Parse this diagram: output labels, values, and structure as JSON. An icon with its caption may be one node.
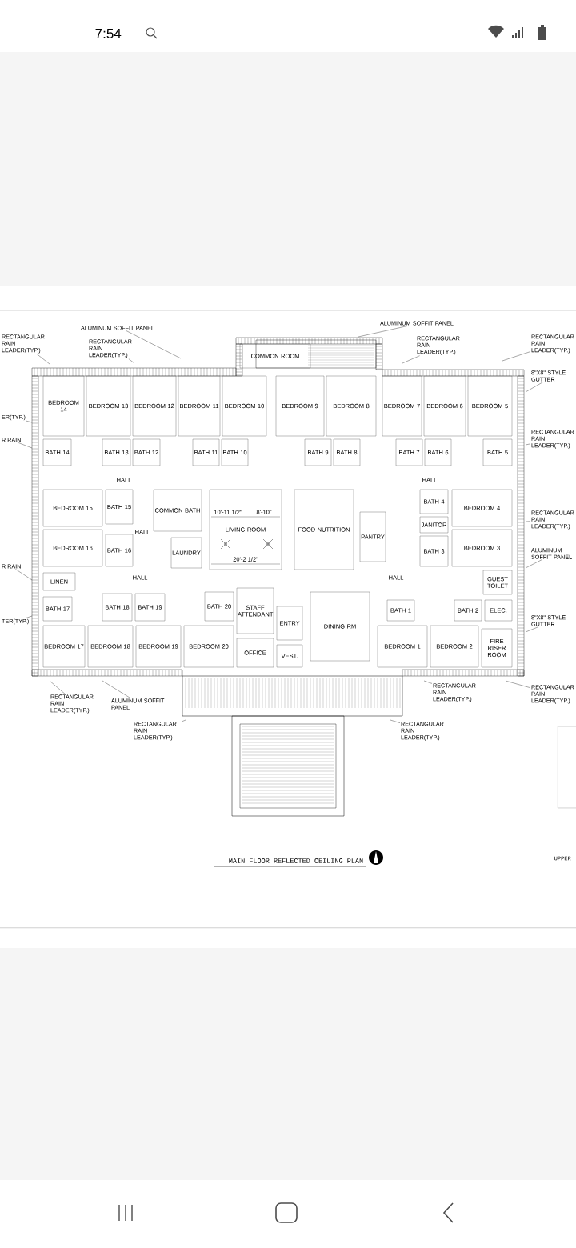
{
  "diagram": {
    "title": "MAIN FLOOR REFLECTED CEILING PLAN",
    "nodes": [
      {
        "text": [
          "COMMON ROOM"
        ]
      },
      {
        "text": [
          "BEDROOM 14"
        ]
      },
      {
        "text": [
          "BEDROOM 13"
        ]
      },
      {
        "text": [
          "BEDROOM 12"
        ]
      },
      {
        "text": [
          "BEDROOM 11"
        ]
      },
      {
        "text": [
          "BEDROOM 10"
        ]
      },
      {
        "text": [
          "BEDROOM 9"
        ]
      },
      {
        "text": [
          "BEDROOM 8"
        ]
      },
      {
        "text": [
          "BEDROOM 7"
        ]
      },
      {
        "text": [
          "BEDROOM 6"
        ]
      },
      {
        "text": [
          "BEDROOM 5"
        ]
      },
      {
        "text": [
          "BATH 14"
        ]
      },
      {
        "text": [
          "BATH 13"
        ]
      },
      {
        "text": [
          "BATH 12"
        ]
      },
      {
        "text": [
          "BATH 11"
        ]
      },
      {
        "text": [
          "BATH 10"
        ]
      },
      {
        "text": [
          "BATH 9"
        ]
      },
      {
        "text": [
          "BATH 8"
        ]
      },
      {
        "text": [
          "BATH 7"
        ]
      },
      {
        "text": [
          "BATH 6"
        ]
      },
      {
        "text": [
          "BATH 5"
        ]
      },
      {
        "text": [
          "HALL"
        ]
      },
      {
        "text": [
          "BEDROOM 15"
        ]
      },
      {
        "text": [
          "BEDROOM 16"
        ]
      },
      {
        "text": [
          "BATH 15"
        ]
      },
      {
        "text": [
          "BATH 16"
        ]
      },
      {
        "text": [
          "HALL"
        ]
      },
      {
        "text": [
          "COMMON BATH"
        ]
      },
      {
        "text": [
          "LAUNDRY"
        ]
      },
      {
        "text": [
          "LIVING ROOM"
        ]
      },
      {
        "text": [
          "FOOD NUTRITION"
        ]
      },
      {
        "text": [
          "PANTRY"
        ]
      },
      {
        "text": [
          "HALL"
        ]
      },
      {
        "text": [
          "BATH 4"
        ]
      },
      {
        "text": [
          "JANITOR"
        ]
      },
      {
        "text": [
          "BATH 3"
        ]
      },
      {
        "text": [
          "BEDROOM 4"
        ]
      },
      {
        "text": [
          "BEDROOM 3"
        ]
      },
      {
        "text": [
          "HALL"
        ]
      },
      {
        "text": [
          "LINEN"
        ]
      },
      {
        "text": [
          "HALL"
        ]
      },
      {
        "text": [
          "GUEST TOILET"
        ]
      },
      {
        "text": [
          "BATH 17"
        ]
      },
      {
        "text": [
          "BATH 18"
        ]
      },
      {
        "text": [
          "BATH 19"
        ]
      },
      {
        "text": [
          "BATH 20"
        ]
      },
      {
        "text": [
          "STAFF ATTENDANT"
        ]
      },
      {
        "text": [
          "ENTRY"
        ]
      },
      {
        "text": [
          "DINING RM"
        ]
      },
      {
        "text": [
          "BATH 1"
        ]
      },
      {
        "text": [
          "BATH 2"
        ]
      },
      {
        "text": [
          "ELEC."
        ]
      },
      {
        "text": [
          "BEDROOM 17"
        ]
      },
      {
        "text": [
          "BEDROOM 18"
        ]
      },
      {
        "text": [
          "BEDROOM 19"
        ]
      },
      {
        "text": [
          "BEDROOM 20"
        ]
      },
      {
        "text": [
          "OFFICE"
        ]
      },
      {
        "text": [
          "VEST."
        ]
      },
      {
        "text": [
          "BEDROOM 1"
        ]
      },
      {
        "text": [
          "BEDROOM 2"
        ]
      },
      {
        "text": [
          "FIRE RISER ROOM"
        ]
      },
      {
        "text": [
          "ALUMINUM SOFFIT PANEL"
        ]
      },
      {
        "text": [
          "RECTANGULAR RAIN LEADER(TYP.)"
        ]
      },
      {
        "text": [
          "RECTANGULAR RAIN LEADER(TYP.)"
        ]
      },
      {
        "text": [
          "ALUMINUM SOFFIT PANEL"
        ]
      },
      {
        "text": [
          "RECTANGULAR RAIN LEADER(TYP.)"
        ]
      },
      {
        "text": [
          "RECTANGULAR RAIN LEADER(TYP.)"
        ]
      },
      {
        "text": [
          "8\"X8\" STYLE GUTTER"
        ]
      },
      {
        "text": [
          "RECTANGULAR RAIN LEADER(TYP.)"
        ]
      },
      {
        "text": [
          "RECTANGULAR RAIN LEADER(TYP.)"
        ]
      },
      {
        "text": [
          "ALUMINUM SOFFIT PANEL"
        ]
      },
      {
        "text": [
          "8\"X8\" STYLE GUTTER"
        ]
      },
      {
        "text": [
          "RECTANGULAR RAIN LEADER(TYP.)"
        ]
      },
      {
        "text": [
          "RECTANGULAR RAIN LEADER(TYP.)"
        ]
      },
      {
        "text": [
          "RECTANGULAR RAIN LEADER(TYP.)"
        ]
      },
      {
        "text": [
          "RECTANGULAR RAIN LEADER(TYP.)"
        ]
      },
      {
        "text": [
          "RECTANGULAR RAIN LEADER(TYP.)"
        ]
      },
      {
        "text": [
          "ALUMINUM SOFFIT PANEL"
        ]
      },
      {
        "text": [
          "ER(TYP.)"
        ]
      },
      {
        "text": [
          "R RAIN"
        ]
      },
      {
        "text": [
          "R RAIN"
        ]
      },
      {
        "text": [
          "TER(TYP.)"
        ]
      }
    ],
    "edges": [
      {
        "from": 61,
        "to": null,
        "arrow": "none"
      },
      {
        "from": 62,
        "to": null,
        "arrow": "none"
      },
      {
        "from": 63,
        "to": null,
        "arrow": "none"
      },
      {
        "from": 64,
        "to": null,
        "arrow": "none"
      },
      {
        "from": 65,
        "to": null,
        "arrow": "none"
      },
      {
        "from": 66,
        "to": null,
        "arrow": "none"
      },
      {
        "from": 67,
        "to": null,
        "arrow": "none"
      },
      {
        "from": 68,
        "to": null,
        "arrow": "none"
      },
      {
        "from": 69,
        "to": null,
        "arrow": "none"
      },
      {
        "from": 70,
        "to": null,
        "arrow": "none"
      },
      {
        "from": 71,
        "to": null,
        "arrow": "none"
      },
      {
        "from": 72,
        "to": null,
        "arrow": "none"
      },
      {
        "from": 73,
        "to": null,
        "arrow": "none"
      },
      {
        "from": 74,
        "to": null,
        "arrow": "none"
      },
      {
        "from": 75,
        "to": null,
        "arrow": "none"
      },
      {
        "from": 76,
        "to": null,
        "arrow": "none"
      },
      {
        "from": 77,
        "to": null,
        "arrow": "none"
      },
      {
        "from": 78,
        "to": null,
        "arrow": "none"
      },
      {
        "from": 79,
        "to": null,
        "arrow": "none"
      },
      {
        "from": 80,
        "to": null,
        "arrow": "none"
      },
      {
        "from": 81,
        "to": null,
        "arrow": "none"
      }
    ],
    "labels": [
      "7:54",
      "10'-11 1/2\"",
      "8'-10\"",
      "20'-2 1/2\"",
      "UPPER"
    ]
  }
}
